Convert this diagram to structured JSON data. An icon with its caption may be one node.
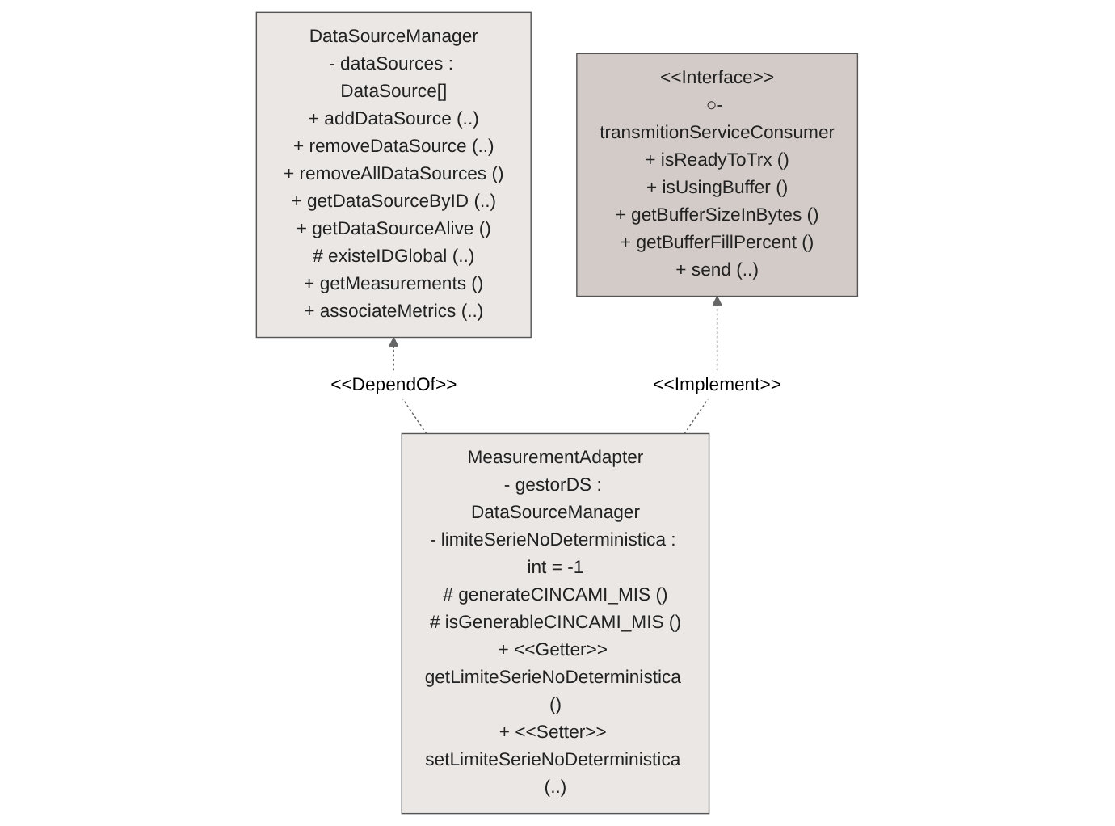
{
  "diagram": {
    "nodes": [
      {
        "text": [
          "DataSourceManager",
          "- dataSources : DataSource[]",
          "+ addDataSource (..)",
          "+ removeDataSource (..)",
          "+ removeAllDataSources ()",
          "+ getDataSourceByID (..)",
          "+ getDataSourceAlive ()",
          "# existeIDGlobal (..)",
          "+ getMeasurements ()",
          "+ associateMetrics (..)"
        ]
      },
      {
        "text": [
          "<<Interface>>",
          "○- transmitionServiceConsumer",
          "+ isReadyToTrx ()",
          "+ isUsingBuffer ()",
          "+ getBufferSizeInBytes ()",
          "+ getBufferFillPercent ()",
          "+ send (..)"
        ]
      },
      {
        "text": [
          "MeasurementAdapter",
          "- gestorDS : DataSourceManager",
          "- limiteSerieNoDeterministica : int = -1",
          "# generateCINCAMI_MIS ()",
          "# isGenerableCINCAMI_MIS ()",
          "+ <<Getter>> getLimiteSerieNoDeterministica ()",
          "+ <<Setter>> setLimiteSerieNoDeterministica (..)"
        ]
      }
    ],
    "edges": [
      {
        "from": 2,
        "to": 0,
        "arrow": "to",
        "label": "<<DependOf>>",
        "style": "dashed"
      },
      {
        "from": 2,
        "to": 1,
        "arrow": "to",
        "label": "<<Implement>>",
        "style": "dashed"
      }
    ]
  }
}
